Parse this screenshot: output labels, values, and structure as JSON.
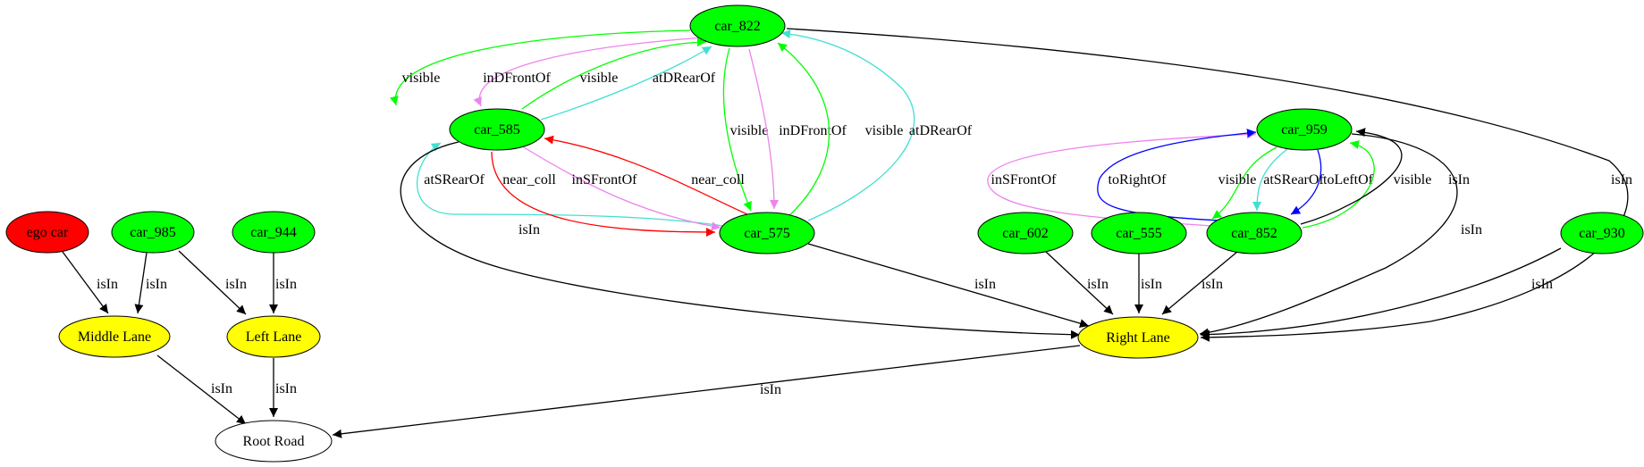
{
  "nodes": [
    {
      "id": "ego",
      "label": "ego car",
      "fill": "#ff0000"
    },
    {
      "id": "car_985",
      "label": "car_985",
      "fill": "#00ff00"
    },
    {
      "id": "car_944",
      "label": "car_944",
      "fill": "#00ff00"
    },
    {
      "id": "middle",
      "label": "Middle Lane",
      "fill": "#ffff00"
    },
    {
      "id": "left",
      "label": "Left Lane",
      "fill": "#ffff00"
    },
    {
      "id": "root",
      "label": "Root Road",
      "fill": "#ffffff"
    },
    {
      "id": "car_822",
      "label": "car_822",
      "fill": "#00ff00"
    },
    {
      "id": "car_585",
      "label": "car_585",
      "fill": "#00ff00"
    },
    {
      "id": "car_575",
      "label": "car_575",
      "fill": "#00ff00"
    },
    {
      "id": "car_959",
      "label": "car_959",
      "fill": "#00ff00"
    },
    {
      "id": "car_602",
      "label": "car_602",
      "fill": "#00ff00"
    },
    {
      "id": "car_555",
      "label": "car_555",
      "fill": "#00ff00"
    },
    {
      "id": "car_852",
      "label": "car_852",
      "fill": "#00ff00"
    },
    {
      "id": "car_930",
      "label": "car_930",
      "fill": "#00ff00"
    },
    {
      "id": "right",
      "label": "Right Lane",
      "fill": "#ffff00"
    }
  ],
  "edges": [
    {
      "from": "ego",
      "to": "middle",
      "label": "isIn",
      "color": "#000000"
    },
    {
      "from": "car_985",
      "to": "middle",
      "label": "isIn",
      "color": "#000000"
    },
    {
      "from": "car_985",
      "to": "left",
      "label": "isIn",
      "color": "#000000"
    },
    {
      "from": "car_944",
      "to": "left",
      "label": "isIn",
      "color": "#000000"
    },
    {
      "from": "middle",
      "to": "root",
      "label": "isIn",
      "color": "#000000"
    },
    {
      "from": "left",
      "to": "root",
      "label": "isIn",
      "color": "#000000"
    },
    {
      "from": "right",
      "to": "root",
      "label": "isIn",
      "color": "#000000"
    },
    {
      "from": "car_822",
      "to": "car_585",
      "label": "visible",
      "color": "#00ff00"
    },
    {
      "from": "car_822",
      "to": "car_585",
      "label": "inDFrontOf",
      "color": "#ee82ee"
    },
    {
      "from": "car_585",
      "to": "car_822",
      "label": "visible",
      "color": "#00ff00"
    },
    {
      "from": "car_585",
      "to": "car_822",
      "label": "atDRearOf",
      "color": "#40e0d0"
    },
    {
      "from": "car_822",
      "to": "car_575",
      "label": "visible",
      "color": "#00ff00"
    },
    {
      "from": "car_822",
      "to": "car_575",
      "label": "inDFrontOf",
      "color": "#ee82ee"
    },
    {
      "from": "car_575",
      "to": "car_822",
      "label": "visible",
      "color": "#00ff00"
    },
    {
      "from": "car_575",
      "to": "car_822",
      "label": "atDRearOf",
      "color": "#40e0d0"
    },
    {
      "from": "car_575",
      "to": "car_585",
      "label": "atSRearOf",
      "color": "#40e0d0"
    },
    {
      "from": "car_585",
      "to": "car_575",
      "label": "near_coll",
      "color": "#ff0000"
    },
    {
      "from": "car_585",
      "to": "car_575",
      "label": "inSFrontOf",
      "color": "#ee82ee"
    },
    {
      "from": "car_575",
      "to": "car_585",
      "label": "near_coll",
      "color": "#ff0000"
    },
    {
      "from": "car_585",
      "to": "right",
      "label": "isIn",
      "color": "#000000"
    },
    {
      "from": "car_575",
      "to": "right",
      "label": "isIn",
      "color": "#000000"
    },
    {
      "from": "car_822",
      "to": "right",
      "label": "isIn",
      "color": "#000000"
    },
    {
      "from": "car_852",
      "to": "car_959",
      "label": "inSFrontOf",
      "color": "#ee82ee"
    },
    {
      "from": "car_852",
      "to": "car_959",
      "label": "toRightOf",
      "color": "#0000ff"
    },
    {
      "from": "car_959",
      "to": "car_852",
      "label": "visible",
      "color": "#00ff00"
    },
    {
      "from": "car_959",
      "to": "car_852",
      "label": "atSRearOf",
      "color": "#40e0d0"
    },
    {
      "from": "car_959",
      "to": "car_852",
      "label": "toLeftOf",
      "color": "#0000ff"
    },
    {
      "from": "car_852",
      "to": "car_959",
      "label": "visible",
      "color": "#00ff00"
    },
    {
      "from": "car_852",
      "to": "car_959",
      "label": "isIn",
      "color": "#000000"
    },
    {
      "from": "car_959",
      "to": "right",
      "label": "isIn",
      "color": "#000000"
    },
    {
      "from": "car_602",
      "to": "right",
      "label": "isIn",
      "color": "#000000"
    },
    {
      "from": "car_555",
      "to": "right",
      "label": "isIn",
      "color": "#000000"
    },
    {
      "from": "car_852",
      "to": "right",
      "label": "isIn",
      "color": "#000000"
    },
    {
      "from": "car_930",
      "to": "right",
      "label": "isIn",
      "color": "#000000"
    }
  ]
}
